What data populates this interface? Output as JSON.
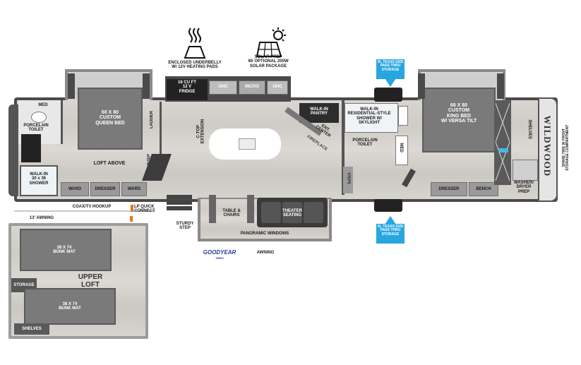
{
  "features": {
    "underbelly": "ENCLOSED UNDERBELLY\nW/ 12V HEATING PADS",
    "solar": "SOLAR PREP\nW/ OPTIONAL 200W\nSOLAR PACKAGE",
    "texas_top": "XL TEXAS SIZE\nPASS THRU\nSTORAGE",
    "texas_bottom": "XL TEXAS SIZE\nPASS THRU\nSTORAGE"
  },
  "rooms": {
    "fridge": "16 CU FT\n12 V\nFRIDGE",
    "ohc1": "OHC",
    "micro": "MICRO",
    "ohc2": "OHC",
    "med_left": "MED",
    "porcelain_toilet_left": "PORCELAIN\nTOILET",
    "queen_bed": "60 X 80\nCUSTOM\nQUEEN BED",
    "ladder": "LADDER",
    "step": "STEP",
    "loft_above": "LOFT ABOVE",
    "walkin_shower": "WALK-IN\n30 x 36\nSHOWER",
    "ward1": "WARD",
    "dresser_left": "DRESSER",
    "ward2": "WARD",
    "ctop": "C-TOP\nEXTENSION",
    "walkin_pantry": "WALK-IN\nPANTRY",
    "ent_center": "ENT.\nCENTER",
    "fireplace": "FIREPLACE",
    "residential_shower": "WALK-IN\nRESIDENTIAL-STYLE\nSHOWER W/\nSKYLIGHT",
    "porcelain_toilet_mid": "PORCELAIN\nTOILET",
    "med_mid": "MED",
    "steps": "STEPS",
    "king_bed": "66 X 80\nCUSTOM\nKING BED\nW/ VERSA TILT",
    "shelves_right": "SHELVES",
    "dresser_right": "DRESSER",
    "bench": "BENCH",
    "washer_dryer": "WASHER/\nDRYER\nPREP",
    "spare_tire": "SPARE TIRE IN FRONT\nSTORAGE COMPARTMENT",
    "brand": "WILDWOOD",
    "table_chairs": "TABLE &\nCHAIRS",
    "theater_seating": "THEATER\nSEATING",
    "panoramic": "PANORAMIC WINDOWS",
    "sturdy_step": "STURDY\nSTEP"
  },
  "exterior": {
    "coax": "COAX/TV HOOKUP",
    "lp": "LP QUICK\nCONNECT",
    "awning_13": "13' AWNING",
    "awning": "AWNING",
    "goodyear": "GOODYEAR",
    "tires": "TIRES"
  },
  "loft": {
    "bunk_top": "38 X 74\nBUNK MAT",
    "upper_loft": "UPPER\nLOFT",
    "storage": "STORAGE",
    "bunk_bottom": "38 X 74\nBUNK MAT",
    "shelves": "SHELVES"
  },
  "colors": {
    "callout_blue": "#28a6e1",
    "goodyear_blue": "#1f3f95"
  }
}
